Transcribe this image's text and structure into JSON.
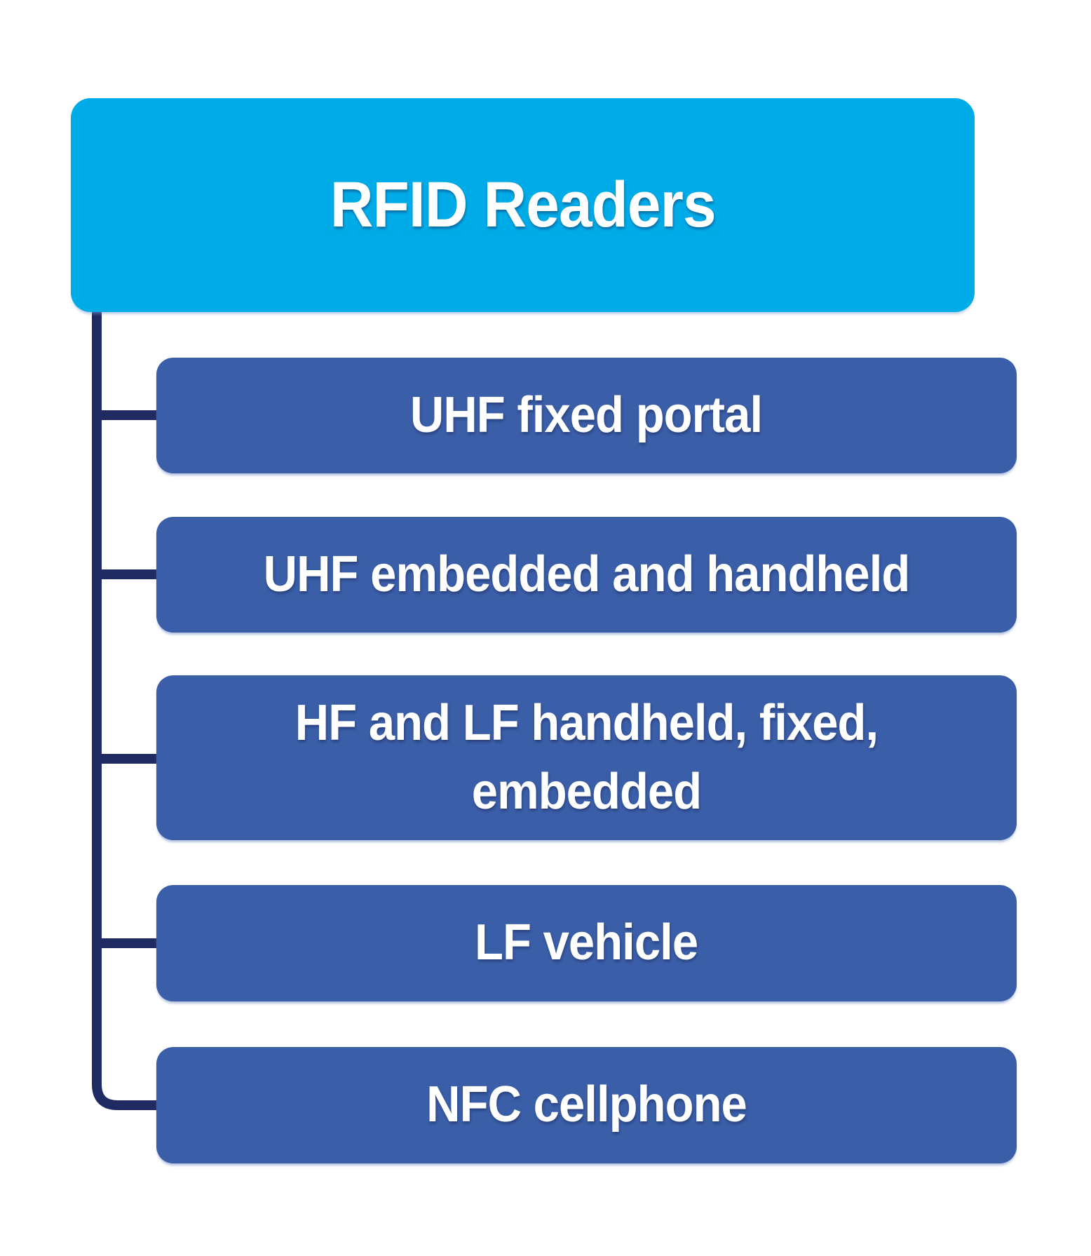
{
  "diagram": {
    "root": {
      "label": "RFID Readers"
    },
    "children": [
      {
        "label": "UHF fixed portal"
      },
      {
        "label": "UHF embedded and handheld"
      },
      {
        "label": "HF and LF handheld, fixed, embedded"
      },
      {
        "label": "LF vehicle"
      },
      {
        "label": "NFC cellphone"
      }
    ],
    "colors": {
      "root_fill": "#00ACE8",
      "child_fill": "#3A5EA8",
      "connector": "#1F2A63",
      "text": "#FFFFFF",
      "background": "#FFFFFF"
    }
  }
}
